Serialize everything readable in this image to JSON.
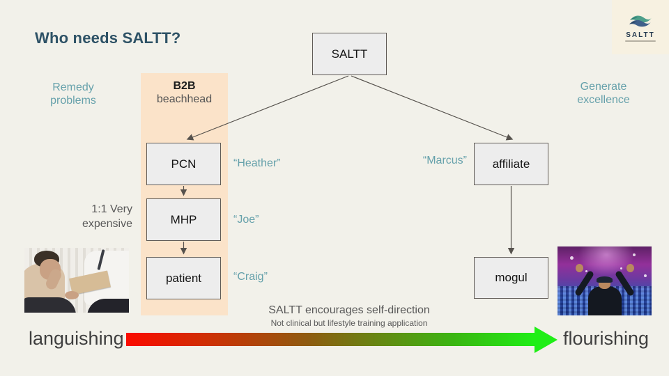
{
  "slide": {
    "title": "Who needs SALTT?"
  },
  "logo": {
    "brand": "SALTT",
    "icon": "wave-icon"
  },
  "labels": {
    "remedy_problems": "Remedy problems",
    "generate_excellence": "Generate excellence",
    "b2b": "B2B",
    "beachhead": "beachhead",
    "expensive": "1:1 Very expensive",
    "caption": "SALTT encourages self-direction",
    "subcaption": "Not clinical but lifestyle training application",
    "languishing": "languishing",
    "flourishing": "flourishing"
  },
  "diagram": {
    "nodes": [
      {
        "id": "saltt",
        "label": "SALTT"
      },
      {
        "id": "pcn",
        "label": "PCN",
        "persona": "“Heather”"
      },
      {
        "id": "mhp",
        "label": "MHP",
        "persona": "“Joe”"
      },
      {
        "id": "patient",
        "label": "patient",
        "persona": "“Craig”"
      },
      {
        "id": "affiliate",
        "label": "affiliate",
        "persona": "“Marcus”"
      },
      {
        "id": "mogul",
        "label": "mogul"
      }
    ],
    "edges": [
      {
        "from": "SALTT",
        "to": "PCN"
      },
      {
        "from": "SALTT",
        "to": "affiliate"
      },
      {
        "from": "PCN",
        "to": "MHP"
      },
      {
        "from": "MHP",
        "to": "patient"
      },
      {
        "from": "affiliate",
        "to": "mogul"
      }
    ]
  },
  "images": {
    "left_photo": "distressed man comforted by clinician in therapy session",
    "right_photo": "man in cap celebrating with raised arms on stage"
  },
  "colors": {
    "background": "#f2f1ea",
    "accent_teal": "#66a1ab",
    "title_blue": "#2e5266",
    "band_peach": "#fbe3c9",
    "node_fill": "#ededed",
    "node_border": "#5f5a55",
    "muted_gray": "#595959",
    "spectrum_red": "#fb0b00",
    "spectrum_green": "#1fee16"
  }
}
